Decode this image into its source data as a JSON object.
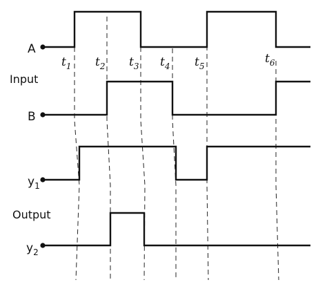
{
  "group_labels": {
    "input": "Input",
    "output": "Output"
  },
  "signals": [
    {
      "key": "A",
      "label": "A",
      "subscript": "",
      "levels": [
        0,
        1,
        1,
        0,
        0,
        1,
        0
      ]
    },
    {
      "key": "B",
      "label": "B",
      "subscript": "",
      "levels": [
        0,
        0,
        1,
        1,
        0,
        0,
        1
      ]
    },
    {
      "key": "y1",
      "label": "y",
      "subscript": "1",
      "levels": [
        0,
        1,
        1,
        1,
        0,
        1,
        1
      ]
    },
    {
      "key": "y2",
      "label": "y",
      "subscript": "2",
      "levels": [
        0,
        0,
        1,
        0,
        0,
        0,
        0
      ]
    }
  ],
  "time_markers": [
    {
      "label": "t",
      "subscript": "1"
    },
    {
      "label": "t",
      "subscript": "2"
    },
    {
      "label": "t",
      "subscript": "3"
    },
    {
      "label": "t",
      "subscript": "4"
    },
    {
      "label": "t",
      "subscript": "5"
    },
    {
      "label": "t",
      "subscript": "6"
    }
  ],
  "colors": {
    "trace": "#111111",
    "background": "#ffffff"
  }
}
